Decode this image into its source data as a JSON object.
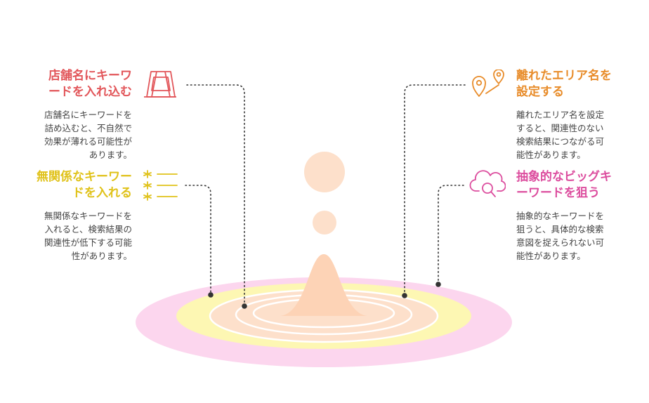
{
  "colors": {
    "red": "#e2565a",
    "yellow": "#e0c21a",
    "orange": "#e88c2a",
    "magenta": "#dc4d9e",
    "ring_pink": "#fcd6ee",
    "ring_yellow": "#fdf7b3",
    "ring_peach": "#fde0cb",
    "drop": "#fde0cb",
    "dot": "#333333"
  },
  "items": [
    {
      "id": "store-name",
      "icon": "signboard-icon",
      "title": [
        "店舗名にキーワ",
        "ードを入れ込む"
      ],
      "description": [
        "店舗名にキーワードを",
        "詰め込むと、不自然で",
        "効果が薄れる可能性が",
        "あります。"
      ]
    },
    {
      "id": "unrelated",
      "icon": "sparkle-list-icon",
      "title": [
        "無関係なキーワー",
        "ドを入れる"
      ],
      "description": [
        "無関係なキーワードを",
        "入れると、検索結果の",
        "関連性が低下する可能",
        "性があります。"
      ]
    },
    {
      "id": "distant-area",
      "icon": "location-route-icon",
      "title": [
        "離れたエリア名を",
        "設定する"
      ],
      "description": [
        "離れたエリア名を設定",
        "すると、関連性のない",
        "検索結果につながる可",
        "能性があります。"
      ]
    },
    {
      "id": "abstract-keyword",
      "icon": "cloud-search-icon",
      "title": [
        "抽象的なビッグキ",
        "ーワードを狙う"
      ],
      "description": [
        "抽象的なキーワードを",
        "狙うと、具体的な検索",
        "意図を捉えられない可",
        "能性があります。"
      ]
    }
  ]
}
